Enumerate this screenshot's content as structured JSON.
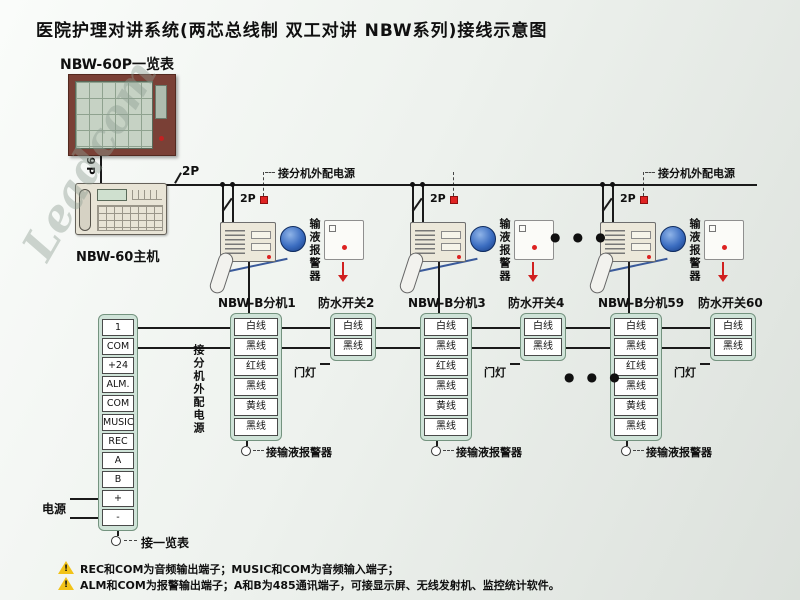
{
  "title": "医院护理对讲系统(两芯总线制 双工对讲 NBW系列)接线示意图",
  "watermark": "Leadcom",
  "panel": {
    "label": "NBW-60P一览表",
    "wire_label": "9P"
  },
  "master": {
    "label": "NBW-60主机",
    "bus_label": "2P"
  },
  "groups": [
    {
      "power_label": "接分机外配电源",
      "wire_label": "2P",
      "infusion_label": "输液报警器",
      "unit_label": "NBW-B分机1",
      "switch_label": "防水开关2"
    },
    {
      "power_label": "",
      "wire_label": "2P",
      "infusion_label": "输液报警器",
      "unit_label": "NBW-B分机3",
      "switch_label": "防水开关4"
    },
    {
      "power_label": "接分机外配电源",
      "wire_label": "2P",
      "infusion_label": "输液报警器",
      "unit_label": "NBW-B分机59",
      "switch_label": "防水开关60"
    }
  ],
  "terminal_strip": {
    "cells": [
      "1",
      "COM",
      "+24",
      "ALM.",
      "COM",
      "MUSIC",
      "REC",
      "A",
      "B",
      "+",
      "-"
    ],
    "power_label": "电源",
    "bottom_label": "接一览表"
  },
  "wiring": {
    "rows": [
      "白线",
      "黑线",
      "红线",
      "黑线",
      "黄线",
      "黑线"
    ],
    "side_rows": [
      "白线",
      "黑线"
    ],
    "door_light_label": "门灯",
    "infusion_connect_label": "接输液报警器",
    "ext_power_label": "接分机外配电源",
    "ellipsis": "● ● ●"
  },
  "notes": [
    "REC和COM为音频输出端子；MUSIC和COM为音频输入端子；",
    "ALM和COM为报警输出端子；A和B为485通讯端子，可接显示屏、无线发射机、监控统计软件。"
  ]
}
